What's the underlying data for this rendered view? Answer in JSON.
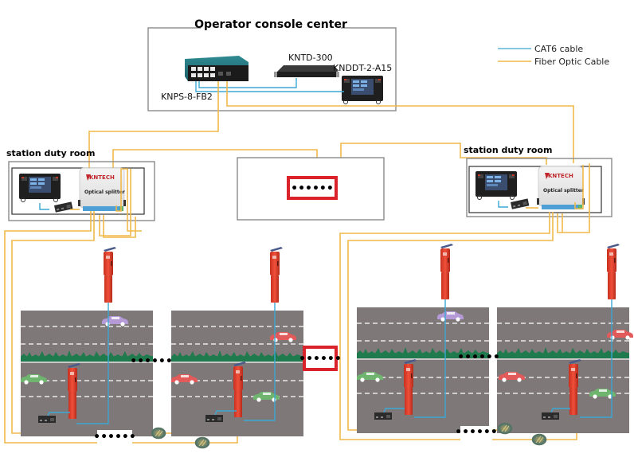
{
  "diagram": {
    "console_title": "Operator console center",
    "devices": {
      "switch_label": "KNPS-8-FB2",
      "server_label": "KNTD-300",
      "console_label": "KNDDT-2-A15"
    },
    "legend": {
      "items": [
        {
          "label": "CAT6  cable",
          "color": "#3ba7d4"
        },
        {
          "label": "Fiber Optic Cable",
          "color": "#f0b94a"
        }
      ]
    },
    "stations": [
      {
        "label": "station duty room",
        "splitter_brand": "KNTECH",
        "splitter_label": "Optical splitter"
      },
      {
        "label": "station duty room",
        "splitter_brand": "KNTECH",
        "splitter_label": "Optical splitter"
      }
    ],
    "ellipsis": "••••••",
    "colors": {
      "fiber": "#f0b94a",
      "cat6": "#3ba7d4",
      "highlight_box": "#d9222a",
      "road": "#7f7878",
      "phone_pillar": "#e3432e"
    }
  }
}
